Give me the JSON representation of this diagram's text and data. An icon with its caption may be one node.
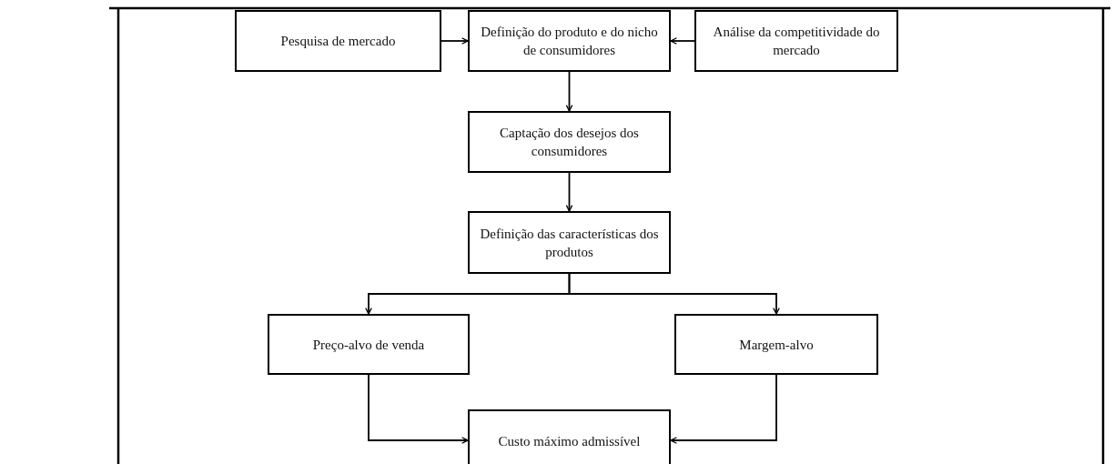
{
  "diagram": {
    "nodes": [
      {
        "text": [
          "Pesquisa de mercado"
        ]
      },
      {
        "text": [
          "Definição do produto e do nicho de consumidores"
        ]
      },
      {
        "text": [
          "Análise da competitividade do mercado"
        ]
      },
      {
        "text": [
          "Captação dos desejos dos consumidores"
        ]
      },
      {
        "text": [
          "Definição das características dos produtos"
        ]
      },
      {
        "text": [
          "Preço-alvo de venda"
        ]
      },
      {
        "text": [
          "Margem-alvo"
        ]
      },
      {
        "text": [
          "Custo máximo admissível"
        ]
      }
    ],
    "edges": [
      {
        "from": 0,
        "to": 1,
        "arrow": "to"
      },
      {
        "from": 2,
        "to": 1,
        "arrow": "to"
      },
      {
        "from": 1,
        "to": 3,
        "arrow": "to"
      },
      {
        "from": 3,
        "to": 4,
        "arrow": "to"
      },
      {
        "from": 4,
        "to": 5,
        "arrow": "to"
      },
      {
        "from": 4,
        "to": 6,
        "arrow": "to"
      },
      {
        "from": 5,
        "to": 7,
        "arrow": "to"
      },
      {
        "from": 6,
        "to": 7,
        "arrow": "to"
      }
    ]
  }
}
